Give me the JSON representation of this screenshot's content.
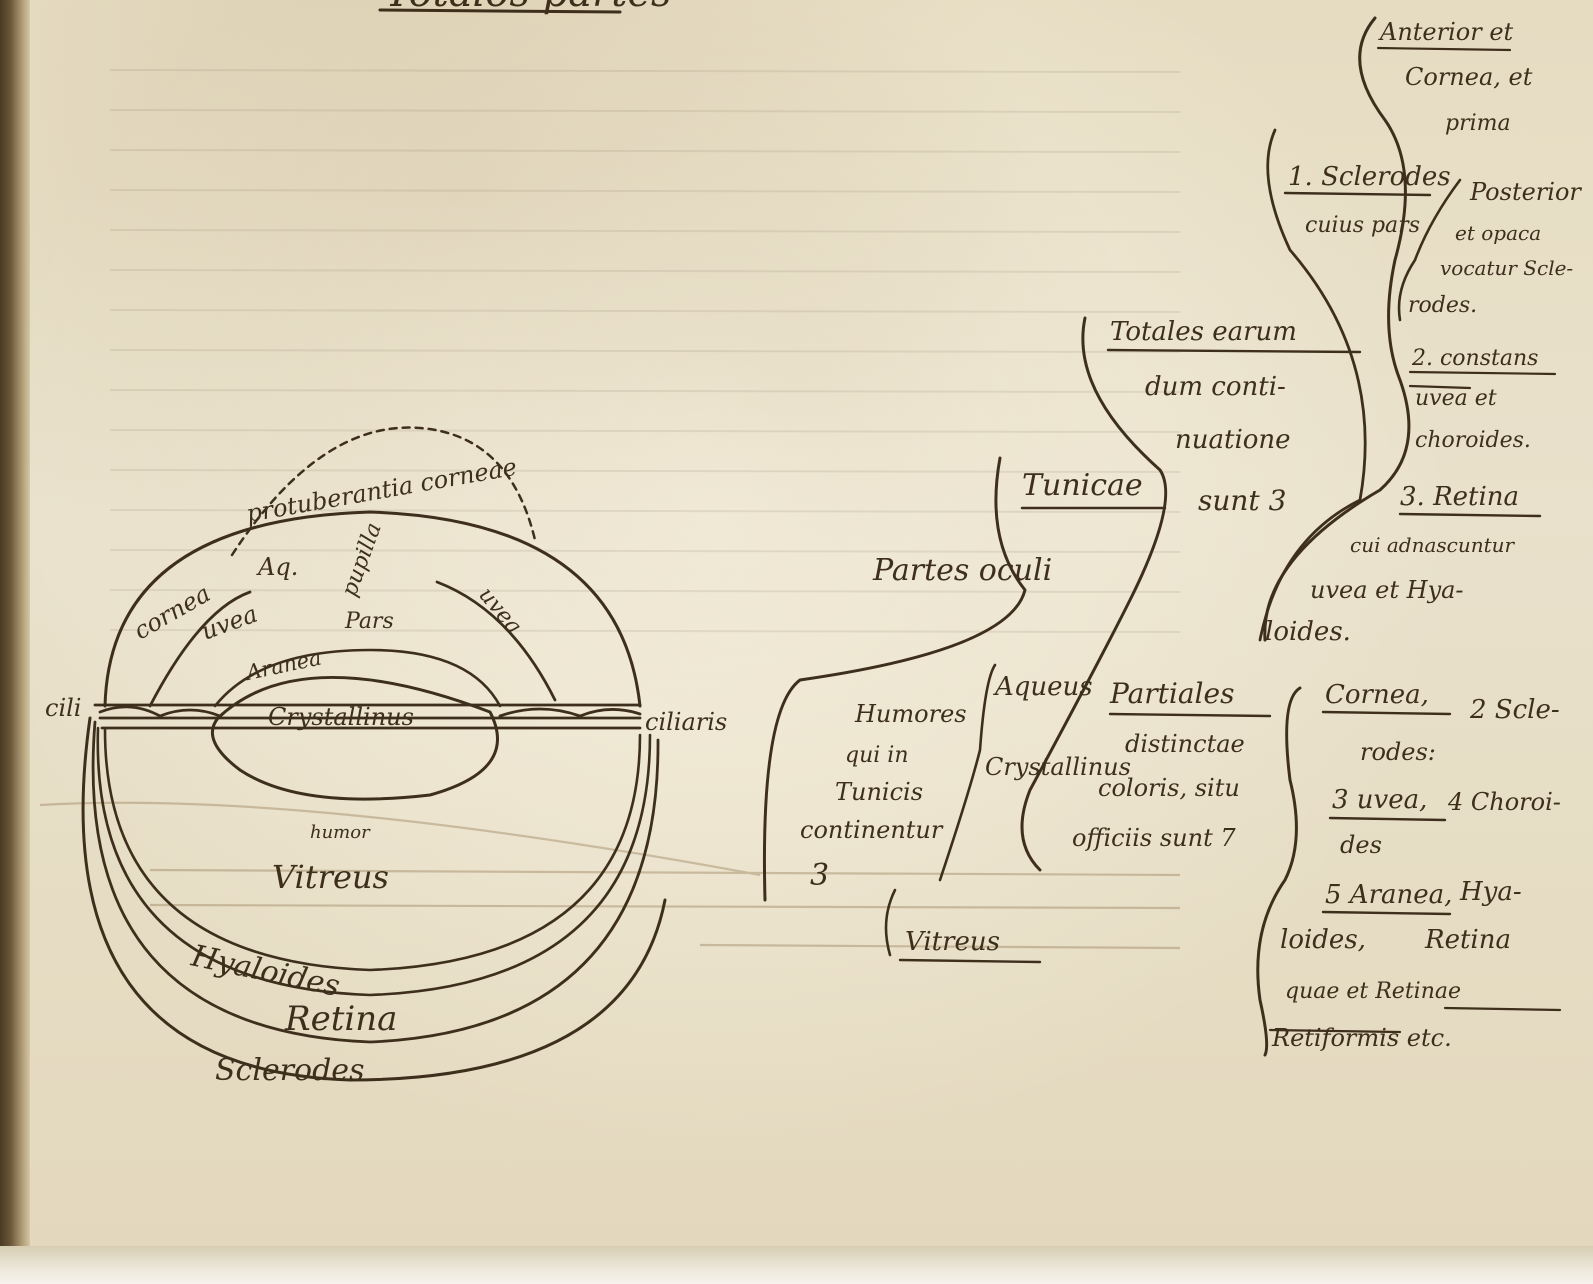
{
  "top_fragment": "Totalos partes",
  "eye_labels": {
    "protuberance": "protuberantia corneae",
    "cornea": "cornea",
    "aqueous": "Aq.",
    "uvea": "uvea",
    "pupil": "pupilla",
    "pars": "Pars",
    "tunica_right": "uvea",
    "aranea": "Aranea",
    "ciliary_left": "cili",
    "ciliary_right": "ciliaris",
    "crystalline": "Crystallinus",
    "humor": "humor",
    "vitreous": "Vitreus",
    "hyaloides": "Hyaloides",
    "retina": "Retina",
    "sclerodes": "Sclerodes"
  },
  "partes": {
    "title": "Partes oculi",
    "tunica": "Tunicae",
    "humores": [
      "Humores",
      "qui in",
      "Tunicis",
      "continentur",
      "3"
    ],
    "humor_list": [
      "Aqueus",
      "Crystallinus",
      "Vitreus"
    ],
    "totales": [
      "Totales earum",
      "dum conti-",
      "nuatione",
      "sunt 3"
    ],
    "partiales": [
      "Partiales",
      "distinctae",
      "coloris, situ",
      "officiis sunt 7"
    ],
    "totales_detail": [
      "Anterior et",
      "Cornea, et",
      "prima",
      "1. Sclerodes",
      "cuius pars",
      "Posterior",
      "et opaca",
      "vocatur Scle-",
      "rodes.",
      "2. constans",
      "uvea et",
      "choroides.",
      "3. Retina",
      "cui adnascuntur",
      "uvea et Hya-",
      "loides."
    ],
    "partiales_detail": [
      "Cornea,",
      "2 Scle-",
      "rodes:",
      "3 uvea,",
      "4 Choroi-",
      "des",
      "5 Aranea,",
      "Hya-",
      "loides,",
      "Retina",
      "quae et Retinae",
      "Retiformis etc."
    ]
  }
}
